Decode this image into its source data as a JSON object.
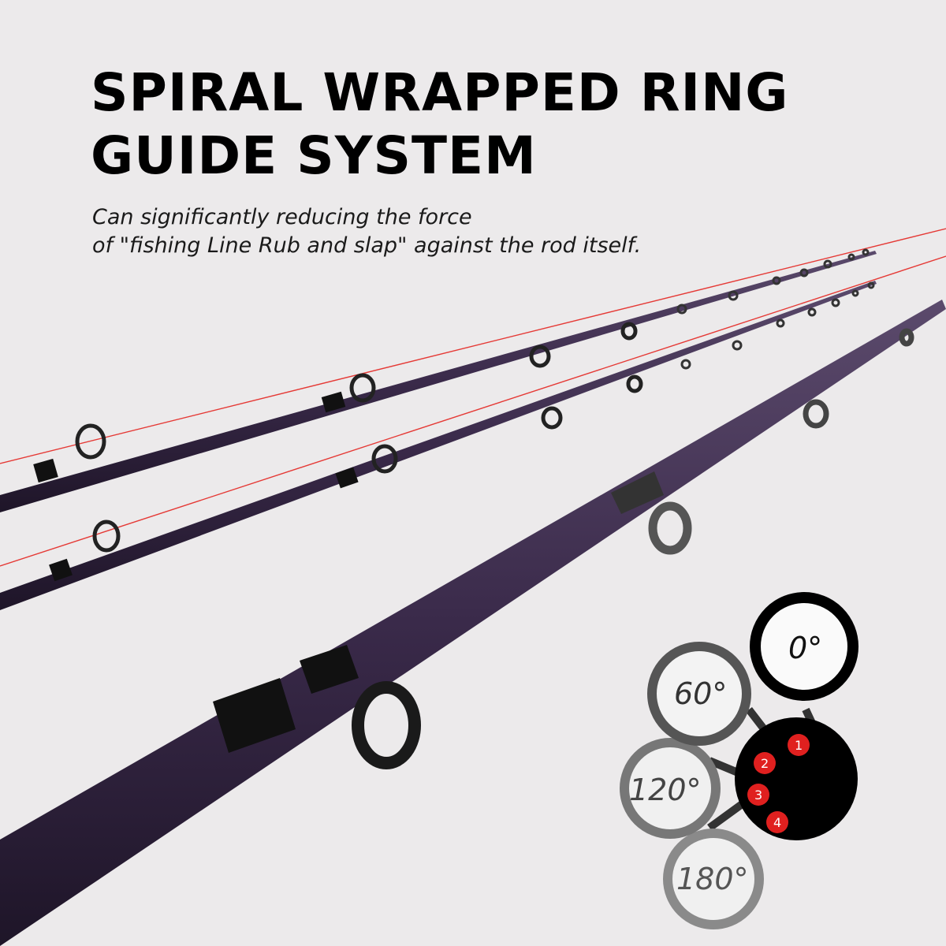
{
  "heading": {
    "line1": "SPIRAL WRAPPED RING",
    "line2": "GUIDE SYSTEM"
  },
  "description": {
    "line1": "Can significantly reducing the force",
    "line2": "of \"fishing Line Rub and slap\" against the rod itself."
  },
  "diagram": {
    "angles": [
      "0°",
      "60°",
      "120°",
      "180°"
    ],
    "positions": [
      "1",
      "2",
      "3",
      "4"
    ]
  },
  "colors": {
    "rod_blank": "#3a2a4a",
    "fishing_line": "#e53935",
    "guide_frame": "#1a1a1a",
    "position_marker": "#e0201f"
  }
}
